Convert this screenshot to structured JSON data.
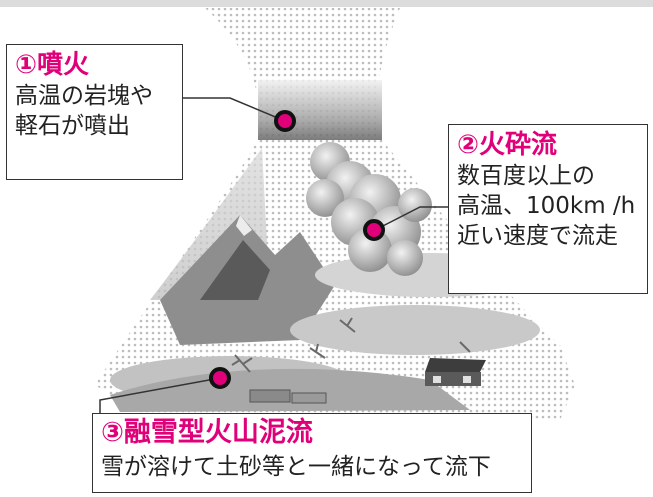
{
  "callouts": [
    {
      "id": "eruption",
      "number": "①",
      "title": "噴火",
      "lines": [
        "高温の岩塊や",
        "軽石が噴出"
      ]
    },
    {
      "id": "pyroclastic-flow",
      "number": "②",
      "title": "火砕流",
      "lines": [
        "数百度以上の",
        "高温、100km /h",
        "近い速度で流走"
      ]
    },
    {
      "id": "lahar",
      "number": "③",
      "title": "融雪型火山泥流",
      "lines": [
        "雪が溶けて土砂等と一緒になって流下"
      ]
    }
  ],
  "colors": {
    "accent": "#e0007a",
    "marker_fill": "#e0007a",
    "top_band": "#dcdcdc"
  }
}
